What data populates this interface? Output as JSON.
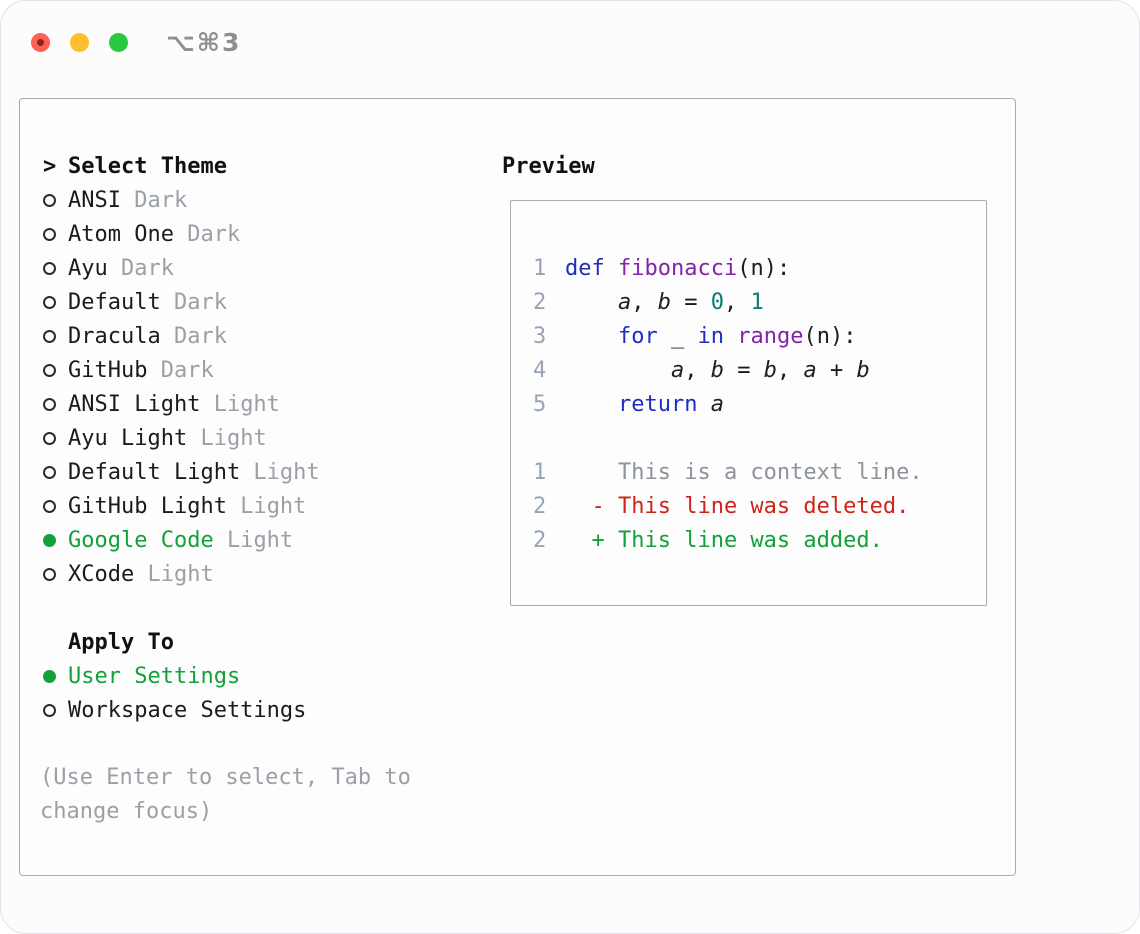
{
  "window": {
    "shortcut": "⌥⌘3"
  },
  "theme_selector": {
    "marker": ">",
    "title": "Select Theme",
    "items": [
      {
        "name": "ANSI",
        "variant": "Dark",
        "selected": false
      },
      {
        "name": "Atom One",
        "variant": "Dark",
        "selected": false
      },
      {
        "name": "Ayu",
        "variant": "Dark",
        "selected": false
      },
      {
        "name": "Default",
        "variant": "Dark",
        "selected": false
      },
      {
        "name": "Dracula",
        "variant": "Dark",
        "selected": false
      },
      {
        "name": "GitHub",
        "variant": "Dark",
        "selected": false
      },
      {
        "name": "ANSI Light",
        "variant": "Light",
        "selected": false
      },
      {
        "name": "Ayu Light",
        "variant": "Light",
        "selected": false
      },
      {
        "name": "Default Light",
        "variant": "Light",
        "selected": false
      },
      {
        "name": "GitHub Light",
        "variant": "Light",
        "selected": false
      },
      {
        "name": "Google Code",
        "variant": "Light",
        "selected": true
      },
      {
        "name": "XCode",
        "variant": "Light",
        "selected": false
      }
    ]
  },
  "apply_to": {
    "title": "Apply To",
    "options": [
      {
        "label": "User Settings",
        "selected": true
      },
      {
        "label": "Workspace Settings",
        "selected": false
      }
    ]
  },
  "hint": "(Use Enter to select, Tab to change focus)",
  "preview": {
    "title": "Preview",
    "code_lines": [
      {
        "num": "1",
        "tokens": [
          [
            "kw",
            "def"
          ],
          [
            "pln",
            " "
          ],
          [
            "typ",
            "fibonacci"
          ],
          [
            "pln",
            "("
          ],
          [
            "pln",
            "n"
          ],
          [
            "pln",
            "):"
          ]
        ]
      },
      {
        "num": "2",
        "tokens": [
          [
            "pln",
            "    "
          ],
          [
            "var",
            "a"
          ],
          [
            "pln",
            ", "
          ],
          [
            "var",
            "b"
          ],
          [
            "pln",
            " = "
          ],
          [
            "lit",
            "0"
          ],
          [
            "pln",
            ", "
          ],
          [
            "lit",
            "1"
          ]
        ]
      },
      {
        "num": "3",
        "tokens": [
          [
            "pln",
            "    "
          ],
          [
            "kw",
            "for"
          ],
          [
            "pln",
            " _ "
          ],
          [
            "kw",
            "in"
          ],
          [
            "pln",
            " "
          ],
          [
            "typ",
            "range"
          ],
          [
            "pln",
            "("
          ],
          [
            "pln",
            "n"
          ],
          [
            "pln",
            "):"
          ]
        ]
      },
      {
        "num": "4",
        "tokens": [
          [
            "pln",
            "        "
          ],
          [
            "var",
            "a"
          ],
          [
            "pln",
            ", "
          ],
          [
            "var",
            "b"
          ],
          [
            "pln",
            " = "
          ],
          [
            "var",
            "b"
          ],
          [
            "pln",
            ", "
          ],
          [
            "var",
            "a"
          ],
          [
            "pln",
            " + "
          ],
          [
            "var",
            "b"
          ]
        ]
      },
      {
        "num": "5",
        "tokens": [
          [
            "pln",
            "    "
          ],
          [
            "kw",
            "return"
          ],
          [
            "pln",
            " "
          ],
          [
            "var",
            "a"
          ]
        ]
      }
    ],
    "diff_lines": [
      {
        "num": "1",
        "marker": " ",
        "text": "This is a context line.",
        "kind": "context"
      },
      {
        "num": "2",
        "marker": "-",
        "text": "This line was deleted.",
        "kind": "deleted"
      },
      {
        "num": "2",
        "marker": "+",
        "text": "This line was added.",
        "kind": "added"
      }
    ]
  },
  "colors": {
    "accent_green": "#14a038",
    "deleted_red": "#ce2418",
    "keyword_blue": "#1d2fc0",
    "type_purple": "#8423a9",
    "literal_teal": "#0b7a74",
    "muted_gray": "#9aa0a6",
    "line_number": "#98a4b3"
  }
}
